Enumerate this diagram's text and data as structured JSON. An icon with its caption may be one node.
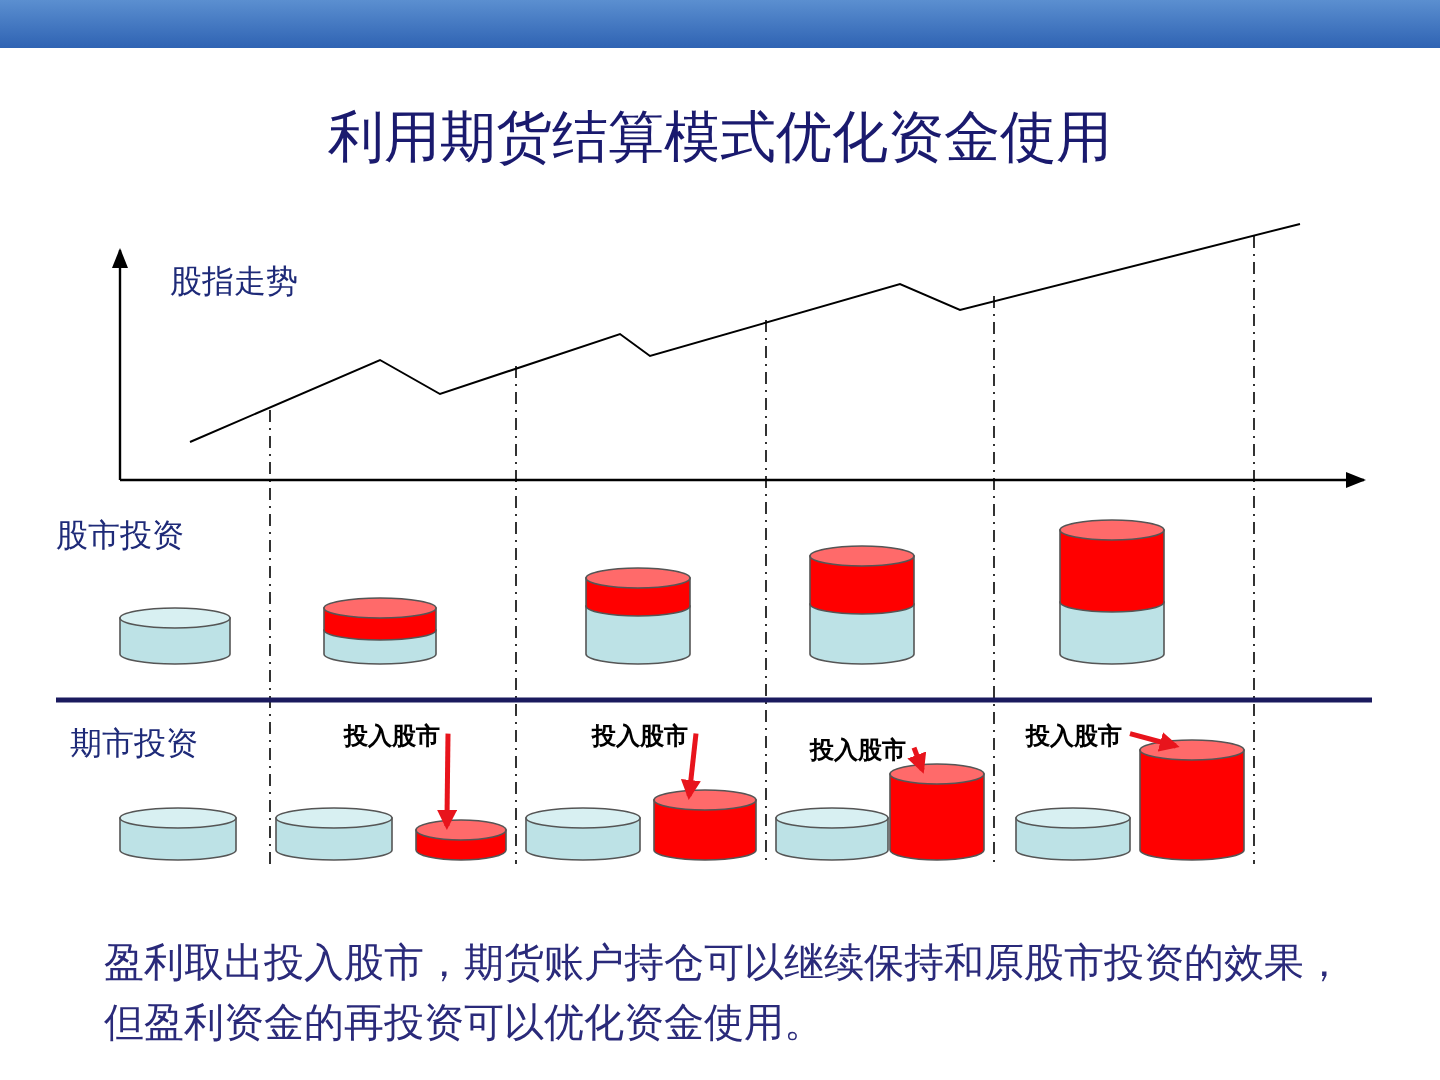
{
  "diagram": {
    "title": "利用期货结算模式优化资金使用",
    "caption": "盈利取出投入股市，期货账户持仓可以继续保持和原股市投资的效果，但盈利资金的再投资可以优化资金使用。",
    "nodes": [
      {
        "text": [
          "投入股市"
        ]
      },
      {
        "text": [],
        "shape": "cylinder"
      },
      {
        "text": [
          "投入股市"
        ]
      },
      {
        "text": [],
        "shape": "cylinder"
      },
      {
        "text": [
          "投入股市"
        ]
      },
      {
        "text": [],
        "shape": "cylinder"
      },
      {
        "text": [
          "投入股市"
        ]
      },
      {
        "text": [],
        "shape": "cylinder"
      }
    ],
    "edges": [
      {
        "from": 0,
        "to": 1,
        "arrow": "to"
      },
      {
        "from": 2,
        "to": 3,
        "arrow": "to"
      },
      {
        "from": 4,
        "to": 5,
        "arrow": "to"
      },
      {
        "from": 6,
        "to": 7,
        "arrow": "to"
      }
    ],
    "labels": [
      "股指走势",
      "股市投资",
      "期市投资"
    ]
  }
}
